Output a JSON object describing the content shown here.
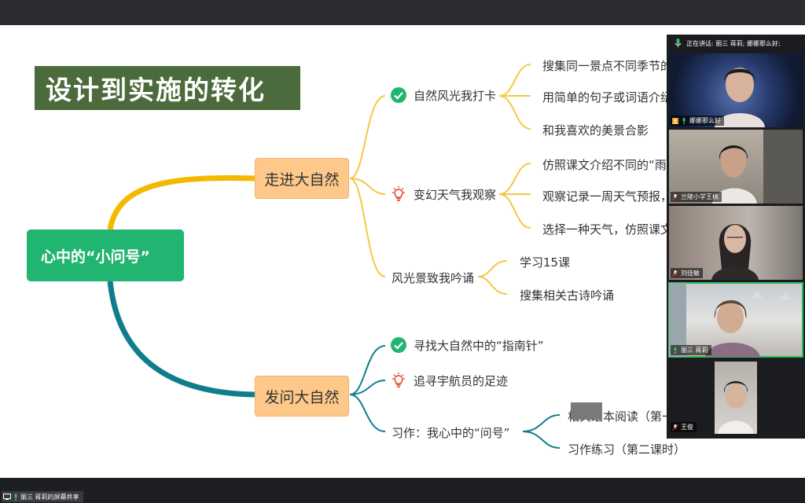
{
  "slide": {
    "title": "设计到实施的转化",
    "root": "心中的“小问号”",
    "branches": [
      {
        "label": "走进大自然",
        "subs": [
          {
            "label": "自然风光我打卡",
            "icon": "check-circle-icon",
            "leaves": [
              "搜集同一景点不同季节的",
              "用简单的句子或词语介绍",
              "和我喜欢的美景合影"
            ]
          },
          {
            "label": "变幻天气我观察",
            "icon": "lightbulb-icon",
            "leaves": [
              "仿照课文介绍不同的“雨",
              "观察记录一周天气预报，",
              "选择一种天气，仿照课文"
            ]
          },
          {
            "label": "风光景致我吟诵",
            "icon": "",
            "leaves": [
              "学习15课",
              "搜集相关古诗吟诵"
            ]
          }
        ]
      },
      {
        "label": "发问大自然",
        "subs": [
          {
            "label": "寻找大自然中的“指南针”",
            "icon": "check-circle-icon",
            "leaves": []
          },
          {
            "label": "追寻宇航员的足迹",
            "icon": "lightbulb-icon",
            "leaves": []
          },
          {
            "label": "习作：我心中的“问号”",
            "icon": "",
            "leaves": [
              "相关绘本阅读（第一",
              "习作练习（第二课时）"
            ]
          }
        ]
      }
    ],
    "colors": {
      "title_bg": "#4c6b3c",
      "root_bg": "#22b571",
      "branch_bg": "#fdc889",
      "line_yellow": "#f5b800",
      "line_teal": "#0f7e8c",
      "check_green": "#22b571",
      "bulb_red": "#e0412a"
    }
  },
  "participants_panel": {
    "speaking_text": "正在讲话: 丽三 蒋莉; 娜娜那么好;",
    "tiles": [
      {
        "name": "娜娜那么好",
        "active": false
      },
      {
        "name": "兰陵小学王桃",
        "active": false
      },
      {
        "name": "刘佳敏",
        "active": false
      },
      {
        "name": "丽三 蒋莉",
        "active": true
      },
      {
        "name": "王俊",
        "active": false
      }
    ]
  },
  "share_label": "丽三 蒋莉的屏幕共享"
}
